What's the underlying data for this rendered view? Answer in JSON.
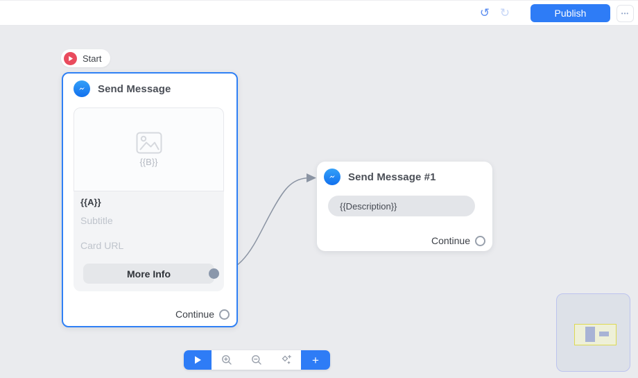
{
  "header": {
    "undo_icon": "↺",
    "redo_icon": "↻",
    "publish_label": "Publish",
    "more_icon": "•••"
  },
  "flow": {
    "start_label": "Start",
    "node1": {
      "title": "Send Message",
      "image_placeholder": "{{B}}",
      "card_title": "{{A}}",
      "subtitle_placeholder": "Subtitle",
      "url_placeholder": "Card URL",
      "button_label": "More Info",
      "continue_label": "Continue"
    },
    "node2": {
      "title": "Send Message #1",
      "text_value": "{{Description}}",
      "continue_label": "Continue"
    }
  },
  "toolbar": {
    "plus_label": "+"
  },
  "colors": {
    "accent_blue": "#2e7cf6",
    "selected_border": "#2f80f5",
    "messenger_blue": "#1877f2",
    "start_red": "#e94b5d",
    "connector_gray": "#8b94a3",
    "canvas_bg": "#eaebee",
    "minimap_viewport_border": "#ddd952"
  }
}
